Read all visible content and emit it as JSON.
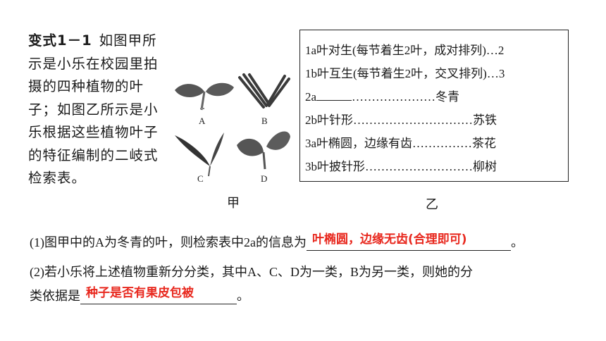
{
  "intro": {
    "tag": "变式1－1",
    "text": "如图甲所示是小乐在校园里拍摄的四种植物的叶子；如图乙所示是小乐根据这些植物叶子的特征编制的二岐式检索表。"
  },
  "figure_jia": {
    "labels": [
      "A",
      "B",
      "C",
      "D"
    ],
    "caption": "甲"
  },
  "key": {
    "rows": [
      {
        "text": "1a叶对生(每节着生2叶，成对排列)…2"
      },
      {
        "text": "1b叶互生(每节着生2叶，交叉排列)…3"
      },
      {
        "prefix": "2a",
        "suffix": "…………………冬青"
      },
      {
        "text": "2b叶针形…………………………苏铁"
      },
      {
        "text": "3a叶椭圆，边缘有齿……………茶花"
      },
      {
        "text": "3b叶披针形………………………柳树"
      }
    ],
    "caption": "乙"
  },
  "questions": {
    "q1_text": "(1)图甲中的A为冬青的叶，则检索表中2a的信息为",
    "q1_answer": "叶椭圆，边缘无齿(合理即可)",
    "q1_end": "。",
    "q2_line1": "(2)若小乐将上述植物重新分分类，其中A、C、D为一类，B为另一类，则她的分",
    "q2_line2": "类依据是",
    "q2_answer": "种子是否有果皮包被",
    "q2_end": "。"
  },
  "colors": {
    "answer": "#e8281e",
    "text": "#1a1a1a"
  }
}
